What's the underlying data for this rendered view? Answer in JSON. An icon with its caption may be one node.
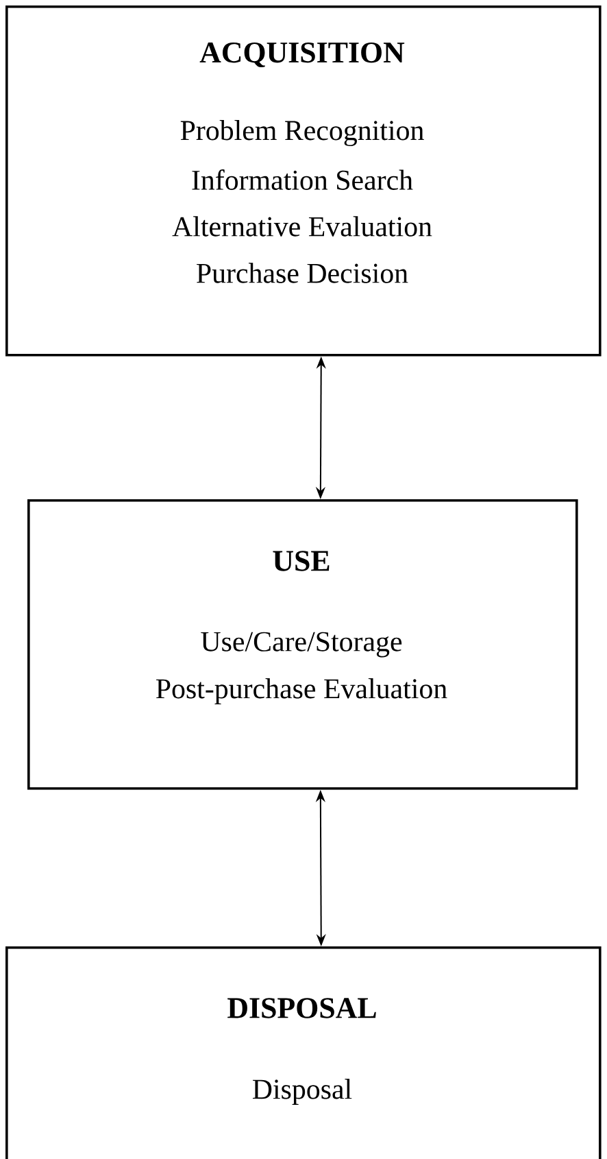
{
  "diagram": {
    "nodes": [
      {
        "text": [
          "ACQUISITION",
          "Problem Recognition",
          "Information Search",
          "Alternative Evaluation",
          "Purchase Decision"
        ]
      },
      {
        "text": [
          "USE",
          "Use/Care/Storage",
          "Post-purchase Evaluation"
        ]
      },
      {
        "text": [
          "DISPOSAL",
          "Disposal"
        ]
      }
    ],
    "edges": [
      {
        "from": 0,
        "to": 1,
        "arrow": "both"
      },
      {
        "from": 1,
        "to": 2,
        "arrow": "both"
      }
    ]
  }
}
